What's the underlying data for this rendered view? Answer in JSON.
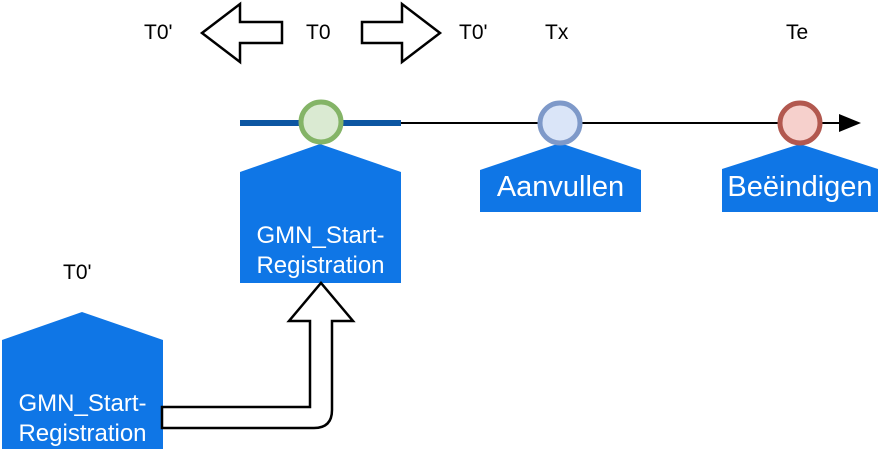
{
  "top_labels": {
    "t0_prime_left": "T0'",
    "t0": "T0",
    "t0_prime_right": "T0'",
    "tx": "Tx",
    "te": "Te"
  },
  "timeline": {
    "events": [
      {
        "label": "GMN_Start-Registration",
        "marker": "green"
      },
      {
        "label": "Aanvullen",
        "marker": "blue"
      },
      {
        "label": "Beëindigen",
        "marker": "red"
      }
    ]
  },
  "history_event": {
    "time_label": "T0'",
    "label": "GMN_Start-Registration"
  },
  "colors": {
    "event_shape_blue": "#0F76E6",
    "timeline_segment_blue": "#0D56A2",
    "timeline_axis_black": "#000000",
    "marker_green_stroke": "#84B467",
    "marker_green_fill": "#DAEAD2",
    "marker_blue_stroke": "#7E99C9",
    "marker_blue_fill": "#DAE5F8",
    "marker_red_stroke": "#B2584F",
    "marker_red_fill": "#F6D0CC",
    "outline_arrow_fill": "#FFFFFF",
    "outline_arrow_stroke": "#000000"
  }
}
